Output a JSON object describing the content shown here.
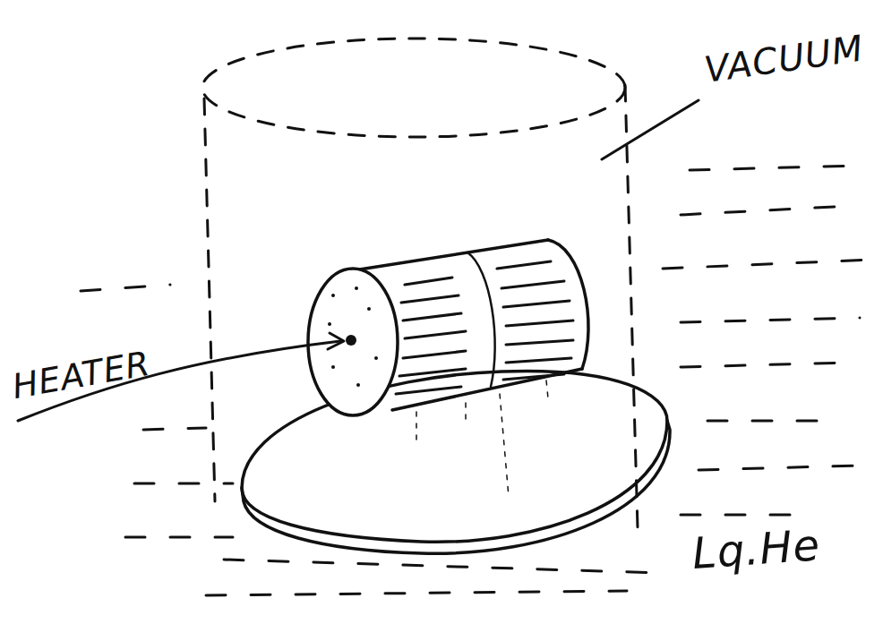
{
  "diagram": {
    "labels": [
      "VACUUM",
      "HEATER",
      "Lq.He"
    ]
  }
}
